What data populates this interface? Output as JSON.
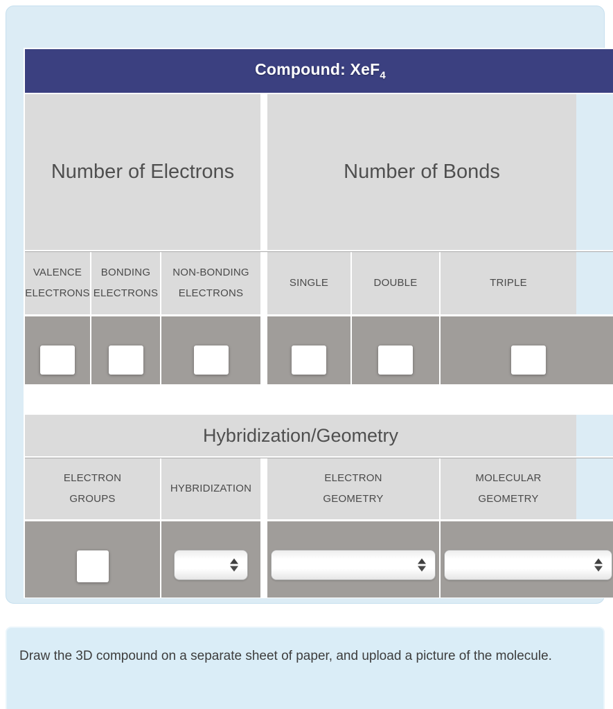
{
  "header": {
    "compound_label": "Compound: XeF",
    "compound_subscript": "4"
  },
  "electrons_table": {
    "title": "Number of Electrons",
    "columns": [
      {
        "id": "valence-electrons",
        "label": "VALENCE ELECTRONS",
        "value": ""
      },
      {
        "id": "bonding-electrons",
        "label": "BONDING ELECTRONS",
        "value": ""
      },
      {
        "id": "non-bonding-electrons",
        "label": "NON-BONDING ELECTRONS",
        "value": ""
      }
    ]
  },
  "bonds_table": {
    "title": "Number of Bonds",
    "columns": [
      {
        "id": "single-bonds",
        "label": "SINGLE",
        "value": ""
      },
      {
        "id": "double-bonds",
        "label": "DOUBLE",
        "value": ""
      },
      {
        "id": "triple-bonds",
        "label": "TRIPLE",
        "value": ""
      }
    ]
  },
  "hybridization_table": {
    "title": "Hybridization/Geometry",
    "columns": [
      {
        "id": "electron-groups",
        "label": "ELECTRON GROUPS",
        "input": "text",
        "value": ""
      },
      {
        "id": "hybridization",
        "label": "HYBRIDIZATION",
        "input": "select",
        "value": ""
      },
      {
        "id": "electron-geometry",
        "label": "ELECTRON GEOMETRY",
        "input": "select",
        "value": ""
      },
      {
        "id": "molecular-geometry",
        "label": "MOLECULAR GEOMETRY",
        "input": "select",
        "value": ""
      }
    ]
  },
  "instruction": {
    "text": "Draw the 3D compound on a separate sheet of paper, and upload a picture of the molecule."
  },
  "colors": {
    "navy_header": "#3b4080",
    "card_blue": "#dcecf5",
    "cell_light_gray": "#dbdbdb",
    "cell_dark_gray": "#a09d9a",
    "divider_line": "#a9a9a9"
  }
}
